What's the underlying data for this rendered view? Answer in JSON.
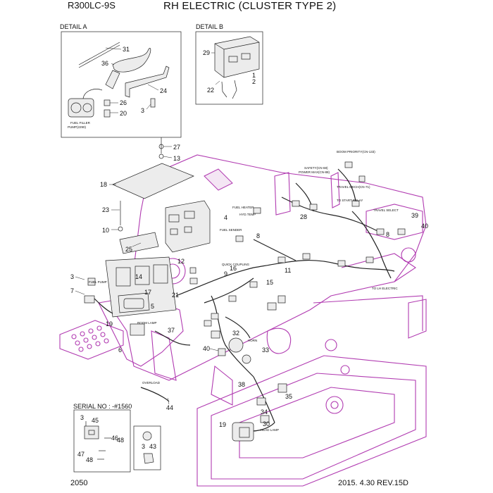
{
  "header": {
    "model": "R300LC-9S",
    "title": "RH ELECTRIC (CLUSTER TYPE 2)"
  },
  "details": {
    "a": "DETAIL A",
    "b": "DETAIL B",
    "serial": "SERIAL NO : -#1560"
  },
  "footer": {
    "page": "2050",
    "date_rev": "2015. 4.30  REV.15D"
  },
  "connector_labels": {
    "fuel_filler_pump": "FUEL FILLER",
    "fuel_filler_pump2": "PUMP(2290)",
    "boom_priority": "BOOM PRIORITY(CN-133)",
    "safety": "SAFETY(CN-68)",
    "power_max": "POWER MAX(CN-88)",
    "travel_mech": "TRAVEL MECH(CN-71)",
    "start_relay": "TO START RELAY",
    "travel_select": "TRAVEL SELECT",
    "to_lh_electric": "TO LH ELECTRIC",
    "fuel_heater": "FUEL HEATER",
    "hyd_temp": "HYD.TEMP",
    "fuel_sender": "FUEL SENDER",
    "quick_coupling": "QUICK COUPLING",
    "overload": "OVERLOAD",
    "head_lamp": "HEAD LAMP",
    "horn": "HORN",
    "room_lamp": "ROOM LAMP",
    "fuel_pump": "FUEL PUMP"
  },
  "callouts": {
    "c31": "31",
    "c36": "36",
    "c24": "24",
    "c26": "26",
    "c20": "20",
    "c3a": "3",
    "c29": "29",
    "c1": "1",
    "c2": "2",
    "c22": "22",
    "c27": "27",
    "c13": "13",
    "c18": "18",
    "c23": "23",
    "c10": "10",
    "c25": "25",
    "c12": "12",
    "c14": "14",
    "c3b": "3",
    "c7": "7",
    "c17": "17",
    "c5": "5",
    "c19a": "19",
    "c6a": "6",
    "c37": "37",
    "c21": "21",
    "c4": "4",
    "c11a": "11",
    "c28": "28",
    "c8a": "8",
    "c8b": "8",
    "c9": "9",
    "c15": "15",
    "c16": "16",
    "c32": "32",
    "c33": "33",
    "c40a": "40",
    "c40b": "40",
    "c39": "39",
    "c38": "38",
    "c34": "34",
    "c35": "35",
    "c44": "44",
    "c30": "30",
    "c19b": "19",
    "c45": "45",
    "c46": "46",
    "c47": "47",
    "c48a": "48",
    "c48b": "48",
    "c43": "43",
    "c3c": "3"
  }
}
